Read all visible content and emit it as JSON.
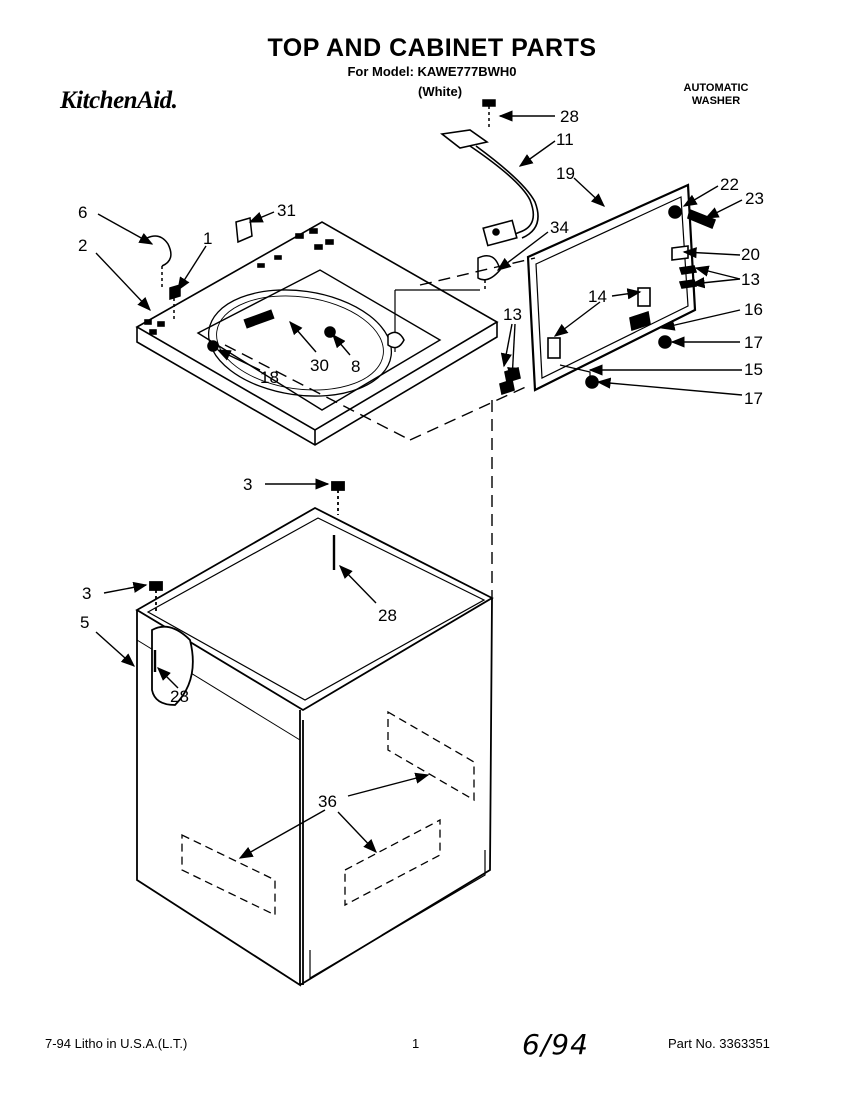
{
  "header": {
    "title": "TOP AND CABINET PARTS",
    "model_line": "For Model: KAWE777BWH0",
    "variant": "(White)",
    "brand": "KitchenAid.",
    "product_type_line1": "AUTOMATIC",
    "product_type_line2": "WASHER"
  },
  "footer": {
    "date_print": "7-94  Litho in U.S.A.(L.T.)",
    "page_number": "1",
    "handwritten_note": "6/94",
    "part_number": "Part No. 3363351"
  },
  "callouts": [
    {
      "id": "c28a",
      "label": "28"
    },
    {
      "id": "c11",
      "label": "11"
    },
    {
      "id": "c19",
      "label": "19"
    },
    {
      "id": "c22",
      "label": "22"
    },
    {
      "id": "c23",
      "label": "23"
    },
    {
      "id": "c20",
      "label": "20"
    },
    {
      "id": "c13a",
      "label": "13"
    },
    {
      "id": "c16",
      "label": "16"
    },
    {
      "id": "c17a",
      "label": "17"
    },
    {
      "id": "c15",
      "label": "15"
    },
    {
      "id": "c17b",
      "label": "17"
    },
    {
      "id": "c14",
      "label": "14"
    },
    {
      "id": "c13b",
      "label": "13"
    },
    {
      "id": "c34",
      "label": "34"
    },
    {
      "id": "c31",
      "label": "31"
    },
    {
      "id": "c6",
      "label": "6"
    },
    {
      "id": "c1",
      "label": "1"
    },
    {
      "id": "c2",
      "label": "2"
    },
    {
      "id": "c30",
      "label": "30"
    },
    {
      "id": "c8",
      "label": "8"
    },
    {
      "id": "c18",
      "label": "18"
    },
    {
      "id": "c3a",
      "label": "3"
    },
    {
      "id": "c28b",
      "label": "28"
    },
    {
      "id": "c3b",
      "label": "3"
    },
    {
      "id": "c5",
      "label": "5"
    },
    {
      "id": "c28c",
      "label": "28"
    },
    {
      "id": "c36",
      "label": "36"
    }
  ]
}
